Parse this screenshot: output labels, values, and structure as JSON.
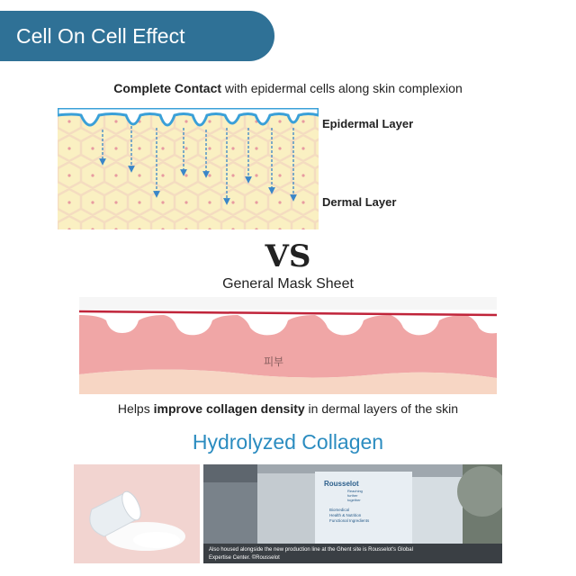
{
  "banner": {
    "title": "Cell On Cell Effect"
  },
  "intro": {
    "bold": "Complete Contact",
    "rest": " with epidermal cells along skin complexion"
  },
  "labels": {
    "epidermal": "Epidermal Layer",
    "dermal": "Dermal Layer"
  },
  "vs": "VS",
  "general": "General Mask Sheet",
  "skin_label": "피부",
  "collagen_line": {
    "pre": "Helps ",
    "bold": "improve collagen density",
    "post": " in dermal layers of the skin"
  },
  "hydrolyzed": "Hydrolyzed Collagen",
  "building": {
    "brand": "Rousselot",
    "sub1": "Reaching",
    "sub2": "further",
    "sub3": "together",
    "sign1": "Biomedical",
    "sign2": "Health & Nutrition",
    "sign3": "Functional Ingredients",
    "caption1": "Also housed alongside the new production line at the Ghent site is Rousselot's Global",
    "caption2": "Expertise Center. ©Rousselot"
  },
  "colors": {
    "banner": "#2f7196",
    "accent": "#2b8cc0",
    "mask_top": "#c0243a",
    "skin": "#f0a6a6",
    "cells": "#faf0c2"
  }
}
